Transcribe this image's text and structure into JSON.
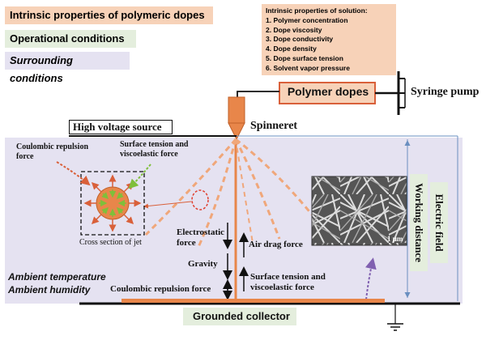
{
  "legend": {
    "polymeric": "Intrinsic properties of polymeric dopes",
    "operational": "Operational conditions",
    "surrounding": "Surrounding conditions"
  },
  "solution_box": {
    "title": "Intrinsic properties of solution:",
    "items": [
      "1.   Polymer concentration",
      "2.   Dope viscosity",
      "3.   Dope conductivity",
      "4.   Dope density",
      "5.   Dope surface tension",
      "6.   Solvent vapor pressure"
    ]
  },
  "labels": {
    "polymer_dopes": "Polymer dopes",
    "syringe_pump": "Syringe pump",
    "high_voltage": "High voltage source",
    "spinneret": "Spinneret",
    "coulombic_repulsion_force": "Coulombic repulsion force",
    "surface_tension_viscoelastic_force": "Surface tension and viscoelastic force",
    "cross_section": "Cross section of jet",
    "electrostatic_force": "Electrostatic force",
    "air_drag_force": "Air drag force",
    "gravity": "Gravity",
    "surface_tension_viscoelastic_force_2": "Surface tension and viscoelastic force",
    "coulombic_repulsion_force_2": "Coulombic repulsion force",
    "ambient_temperature": "Ambient temperature",
    "ambient_humidity": "Ambient humidity",
    "grounded_collector": "Grounded collector",
    "working_distance": "Working distance",
    "electric_field": "Electric field",
    "scale": "1 μm"
  },
  "colors": {
    "polymeric": "#f7d2b8",
    "operational": "#e4eedd",
    "surrounding": "#e5e2f1",
    "orange": "#e8864a",
    "dashed_orange": "#f0a77a",
    "green": "#7fbf3a"
  }
}
